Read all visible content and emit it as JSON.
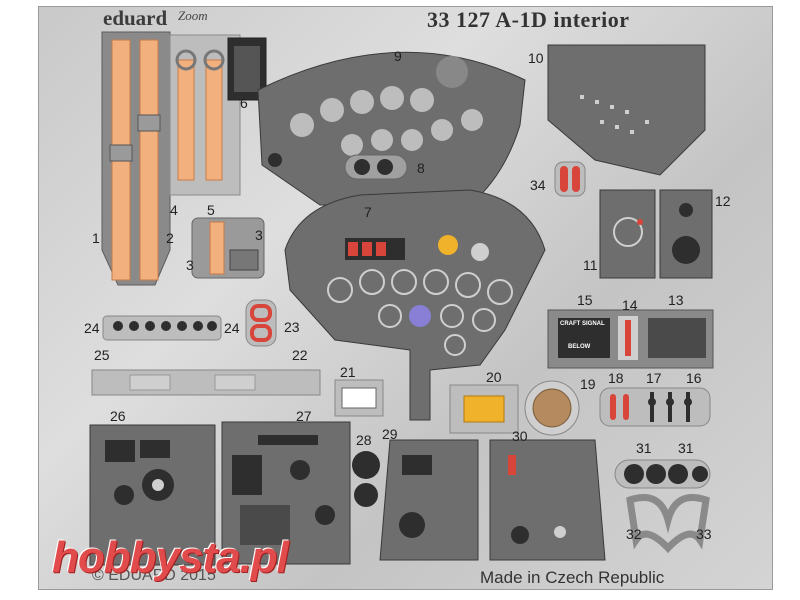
{
  "header": {
    "brand": "eduard",
    "brand_sub": "Zoom",
    "title": "33 127 A-1D interior"
  },
  "part_numbers": [
    "1",
    "2",
    "3",
    "3",
    "4",
    "5",
    "6",
    "7",
    "8",
    "9",
    "10",
    "11",
    "12",
    "13",
    "14",
    "15",
    "16",
    "17",
    "18",
    "19",
    "20",
    "21",
    "22",
    "23",
    "24",
    "24",
    "25",
    "26",
    "27",
    "28",
    "29",
    "30",
    "31",
    "31",
    "32",
    "33",
    "34"
  ],
  "footer": {
    "made_in": "Made in Czech Republic",
    "copyright": "© EDUARD 2015"
  },
  "watermark": "hobbysta.pl",
  "placard_text": [
    "CRAFT SIGNAL",
    "BELOW"
  ],
  "colors": {
    "fret": "#cfcfcf",
    "panel": "#6e6e6e",
    "panel_dark": "#2e2e2e",
    "belt": "#f2b07e",
    "belt_dark": "#c97a4a",
    "accent_red": "#d8453a",
    "accent_yellow": "#f0b22a",
    "watermark": "#e24b4b"
  }
}
